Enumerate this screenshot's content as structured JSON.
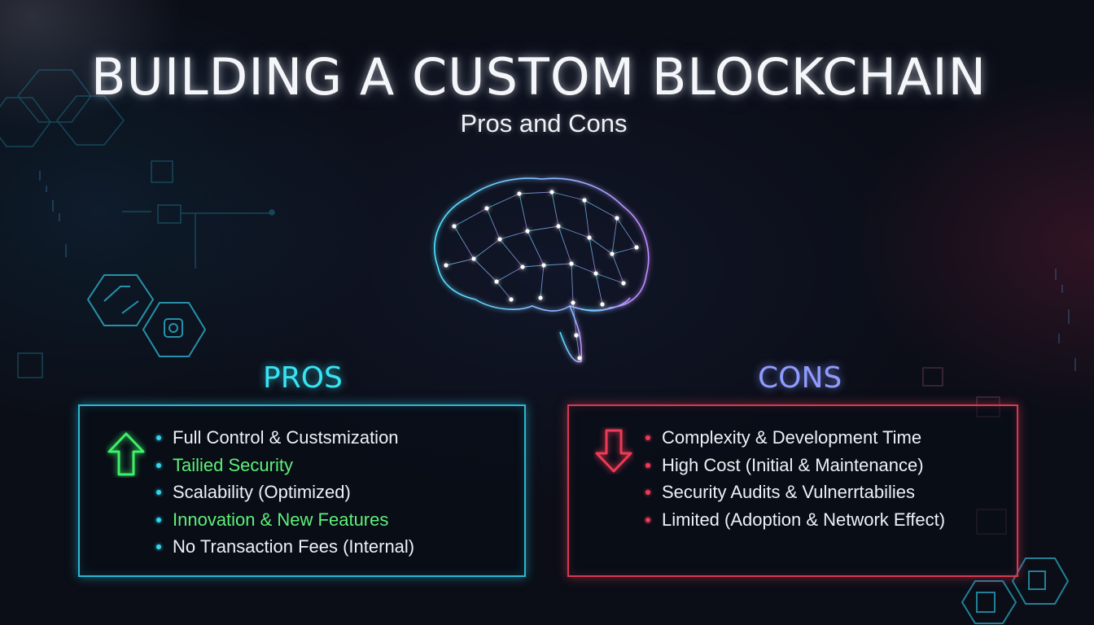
{
  "title": "BUILDING A CUSTOM BLOCKCHAIN",
  "subtitle": "Pros and Cons",
  "icons": {
    "center": "brain-network-icon",
    "pros": "up-arrow-icon",
    "cons": "down-arrow-icon"
  },
  "colors": {
    "background": "#0b0e17",
    "pros_accent": "#2bb7d1",
    "pros_heading": "#38e3f2",
    "pros_highlight": "#5ff07a",
    "cons_accent": "#d63a52",
    "cons_heading": "#8f9bff"
  },
  "pros": {
    "heading": "PROS",
    "items": [
      {
        "text": "Full Control & Custsmization",
        "highlight": false
      },
      {
        "text": "Tailied Security",
        "highlight": true
      },
      {
        "text": "Scalability (Optimized)",
        "highlight": false
      },
      {
        "text": "Innovation & New Features",
        "highlight": true
      },
      {
        "text": "No Transaction Fees (Internal)",
        "highlight": false
      }
    ]
  },
  "cons": {
    "heading": "CONS",
    "items": [
      {
        "text": "Complexity & Development Time"
      },
      {
        "text": "High Cost (Initial & Maintenance)"
      },
      {
        "text": "Security Audits & Vulnerrtabilies"
      },
      {
        "text": "Limited (Adoption & Network Effect)"
      }
    ]
  }
}
